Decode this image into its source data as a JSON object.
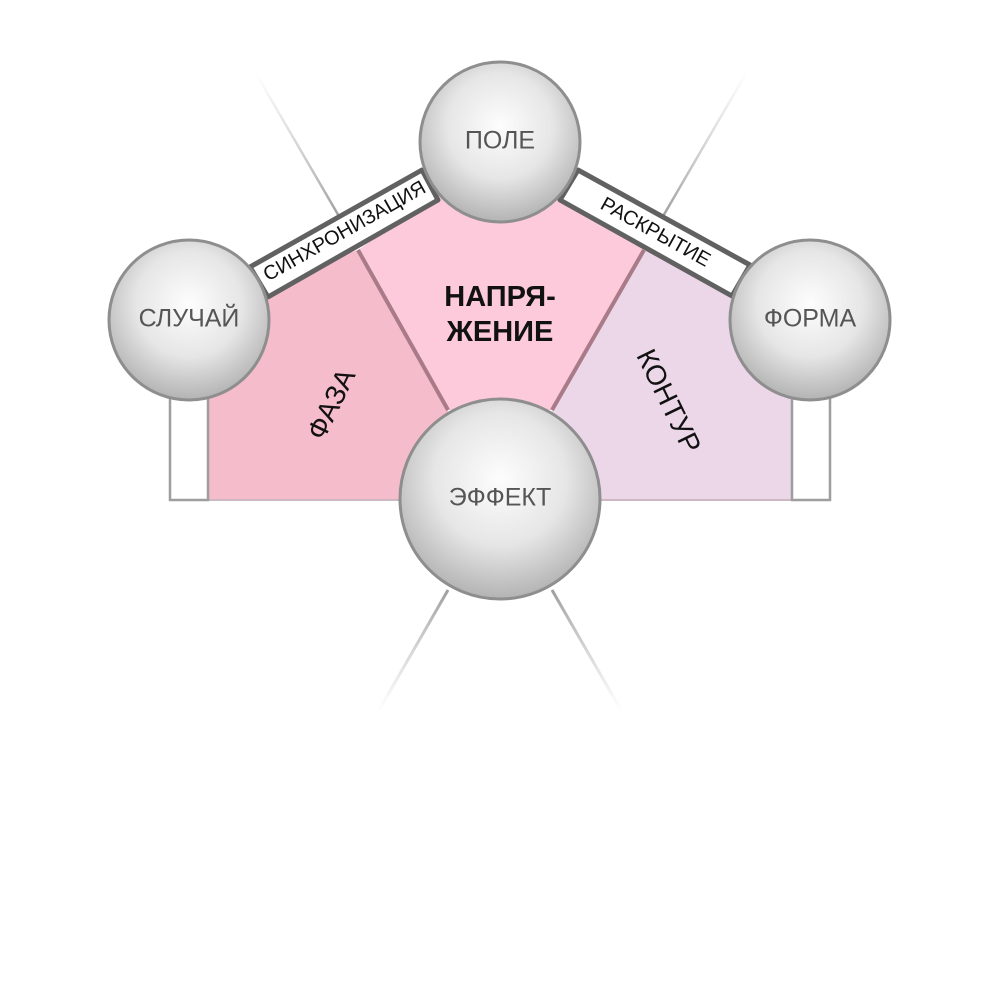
{
  "nodes": {
    "top": "ПОЛЕ",
    "left": "СЛУЧАЙ",
    "right": "ФОРМА",
    "bottom": "ЭФФЕКТ"
  },
  "center": {
    "line1": "НАПРЯ-",
    "line2": "ЖЕНИЕ"
  },
  "regions": {
    "left": "ФАЗА",
    "right": "КОНТУР"
  },
  "bands": {
    "left": "СИНХРОНИЗАЦИЯ",
    "right": "РАСКРЫТИЕ"
  },
  "colors": {
    "left_region": "#f5bccb",
    "center_region": "#fccadb",
    "right_region": "#ecd7e9",
    "node_fill": "#e4e4e4",
    "node_stroke": "#8e8e8e",
    "band_stroke": "#616161"
  }
}
